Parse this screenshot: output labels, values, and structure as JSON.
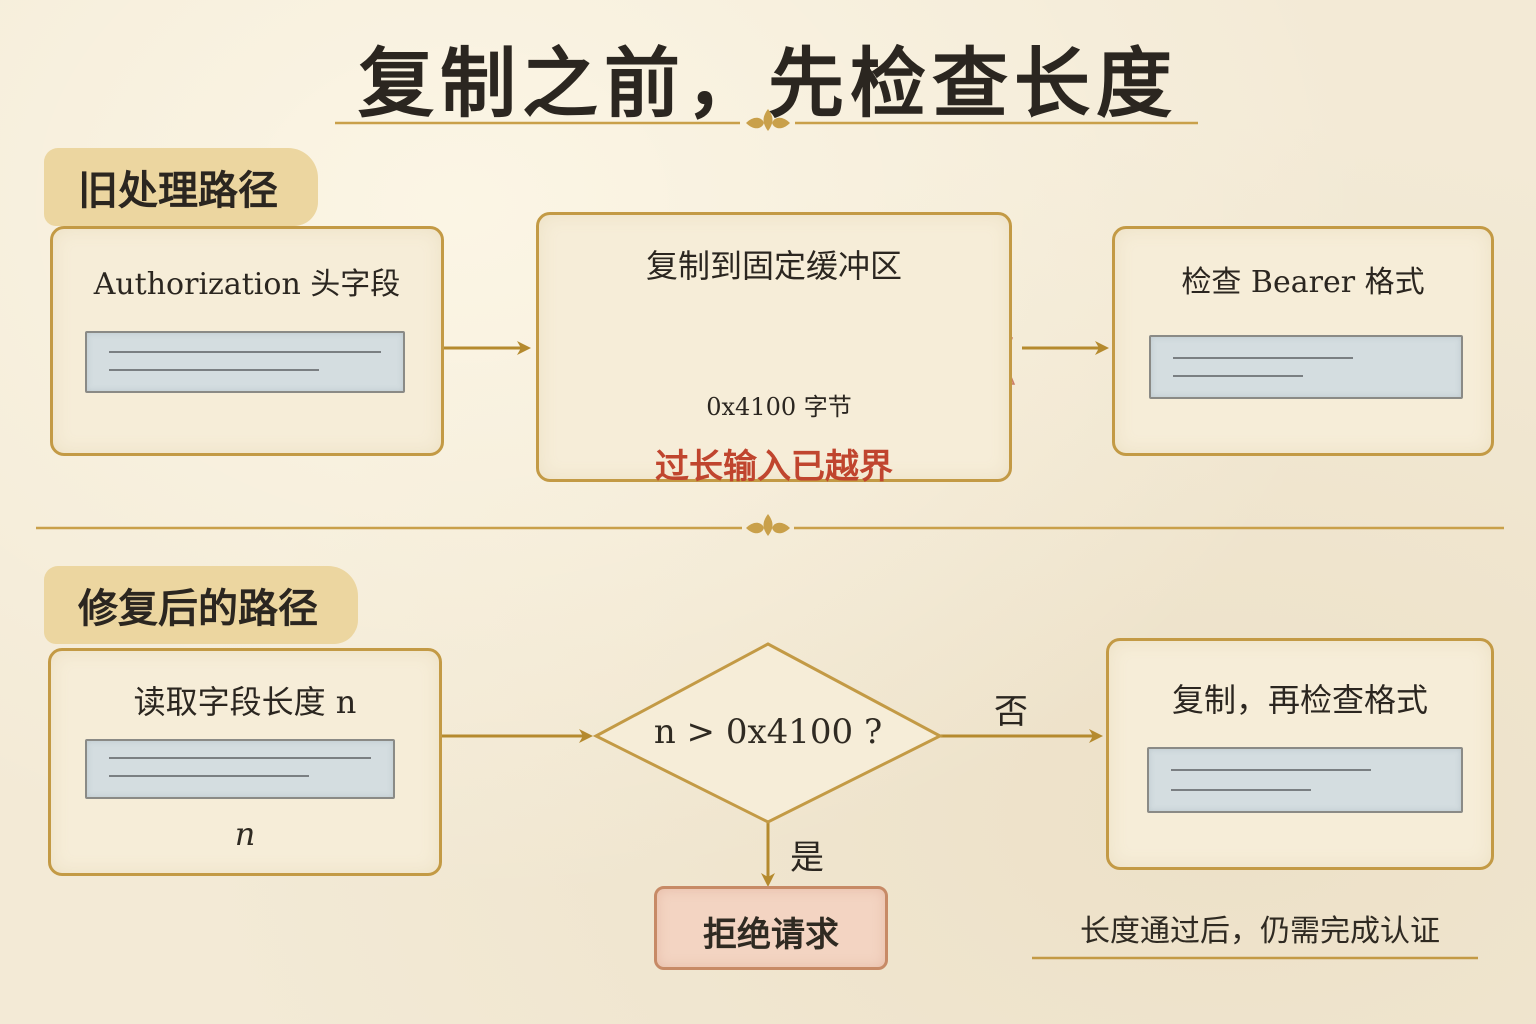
{
  "title": "复制之前，先检查长度",
  "old_path": {
    "label": "旧处理路径",
    "step1": "Authorization 头字段",
    "step2": "复制到固定缓冲区",
    "buffer_size": "0x4100 字节",
    "overflow_warning": "过长输入已越界",
    "step3": "检查 Bearer 格式"
  },
  "fixed_path": {
    "label": "修复后的路径",
    "step1": "读取字段长度 n",
    "length_var": "n",
    "decision": "n > 0x4100 ?",
    "no": "否",
    "yes": "是",
    "reject": "拒绝请求",
    "step3": "复制，再检查格式",
    "note": "长度通过后，仍需完成认证"
  },
  "colors": {
    "accent": "#c39a45",
    "arrow": "#b58a2e",
    "warning": "#c0452e",
    "strip": "#d4dde0",
    "overflow": "#eaa58f"
  },
  "icons": [
    "magnifier-icon",
    "ornament-icon",
    "spark-icon"
  ]
}
